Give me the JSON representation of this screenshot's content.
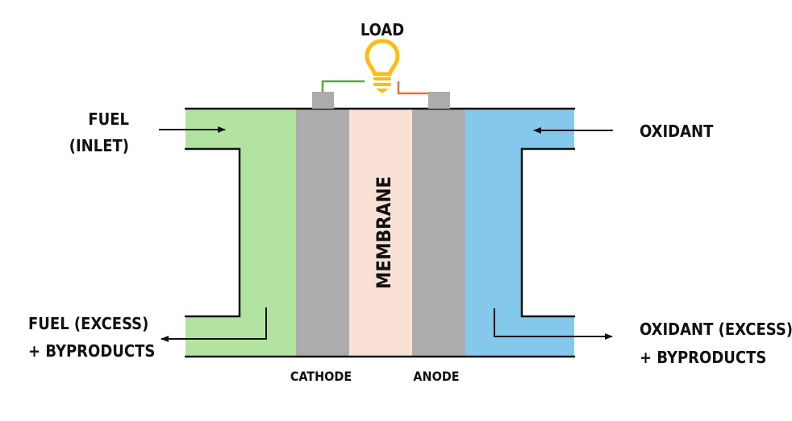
{
  "title": "Fuel Cell Diagram",
  "labels": {
    "load": "LOAD",
    "fuel_inlet_line1": "FUEL",
    "fuel_inlet_line2": "(INLET)",
    "fuel_excess_line1": "FUEL (EXCESS)",
    "fuel_excess_line2": "+ BYPRODUCTS",
    "oxidant": "OXIDANT",
    "oxidant_excess_line1": "OXIDANT (EXCESS)",
    "oxidant_excess_line2": "+ BYPRODUCTS",
    "membrane": "MEMBRANE",
    "cathode": "CATHODE",
    "anode": "ANODE"
  },
  "colors": {
    "fuel_channel": "#b3e3a0",
    "electrode": "#acacac",
    "membrane": "#fae1d5",
    "oxidant_channel": "#84c8ec",
    "bulb": "#fbbd0f",
    "wire_left": "#5aa63b",
    "wire_right": "#e4723e",
    "outline": "#111111"
  }
}
